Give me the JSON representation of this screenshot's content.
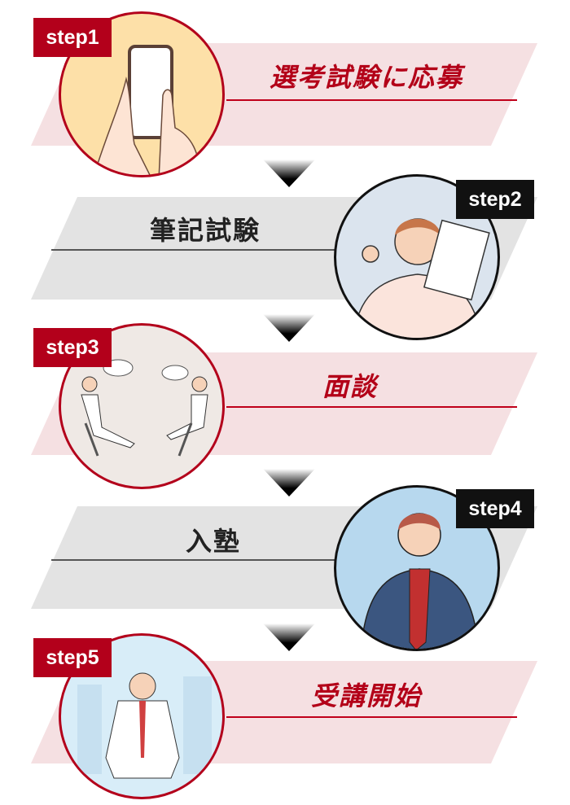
{
  "steps": [
    {
      "tag": "step1",
      "title": "選考試験に応募",
      "illustration": "hands-holding-smartphone",
      "bg": "#fde0a8"
    },
    {
      "tag": "step2",
      "title": "筆記試験",
      "illustration": "man-thumbs-up-with-test-paper",
      "bg": "#dbe4ee"
    },
    {
      "tag": "step3",
      "title": "面談",
      "illustration": "two-people-interview",
      "bg": "#efe9e5"
    },
    {
      "tag": "step4",
      "title": "入塾",
      "illustration": "man-adjusting-tie",
      "bg": "#b7d8ee"
    },
    {
      "tag": "step5",
      "title": "受講開始",
      "illustration": "man-starting-position",
      "bg": "#d8edf8"
    }
  ],
  "colors": {
    "accent": "#b3001b",
    "pink_band": "#f5e0e2",
    "gray_band": "#e3e3e3"
  }
}
